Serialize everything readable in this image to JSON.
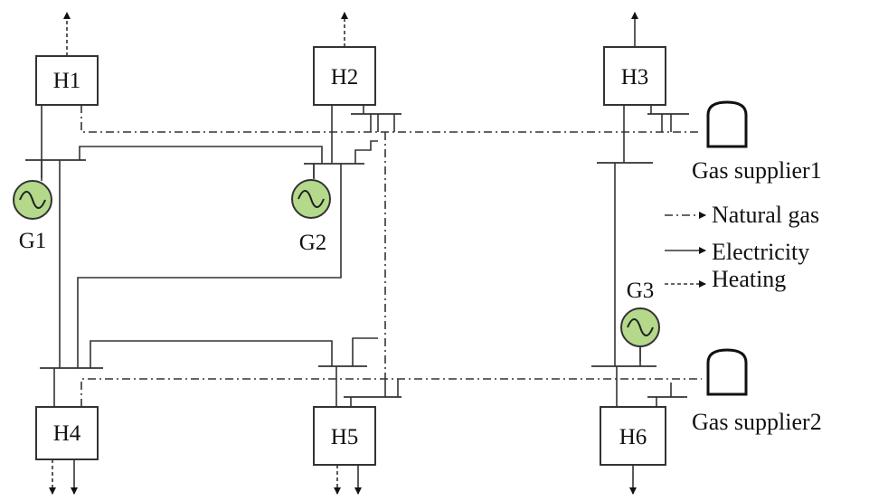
{
  "nodes": [
    "H1",
    "H2",
    "H3",
    "H4",
    "H5",
    "H6"
  ],
  "generators": [
    "G1",
    "G2",
    "G3"
  ],
  "gas_suppliers": [
    "Gas supplier1",
    "Gas supplier2"
  ],
  "legend": {
    "natural_gas": "Natural gas",
    "electricity": "Electricity",
    "heating": "Heating"
  },
  "colors": {
    "generator_fill": "#b5d98a",
    "line": "#333333"
  },
  "icons": {
    "generator": "sine-wave-in-circle",
    "gas_supplier": "gas-tank"
  }
}
